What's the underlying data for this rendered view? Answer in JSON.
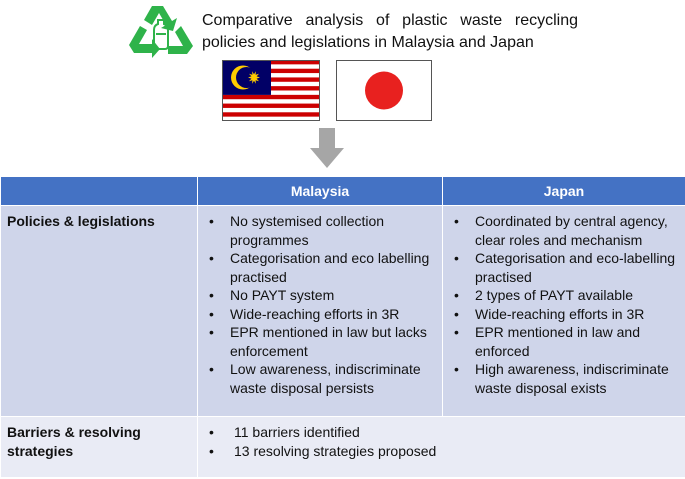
{
  "title": "Comparative analysis of plastic waste recycling policies and legislations in Malaysia and Japan",
  "icons": {
    "recycle": "recycle-bottle-icon",
    "malaysia_flag": "malaysia-flag-icon",
    "japan_flag": "japan-flag-icon",
    "arrow": "arrow-down-icon"
  },
  "colors": {
    "recycle_green": "#2fb34a",
    "header_blue": "#4472c4",
    "row1_bg": "#cfd5ea",
    "row2_bg": "#e9ebf5",
    "arrow_gray": "#a6a6a6",
    "japan_red": "#e8211f"
  },
  "table": {
    "headers": [
      "",
      "Malaysia",
      "Japan"
    ],
    "rows": [
      {
        "label": "Policies & legislations",
        "malaysia": [
          "No systemised collection programmes",
          "Categorisation and eco labelling practised",
          "No PAYT system",
          "Wide-reaching efforts in 3R",
          "EPR mentioned in law but lacks enforcement",
          "Low awareness, indiscriminate waste disposal persists"
        ],
        "japan": [
          "Coordinated by central agency, clear roles and mechanism",
          "Categorisation and eco-labelling practised",
          "2 types of PAYT available",
          "Wide-reaching efforts in 3R",
          "EPR mentioned in law and enforced",
          "High awareness, indiscriminate waste disposal exists"
        ]
      },
      {
        "label": "Barriers & resolving strategies",
        "combined": [
          "11 barriers identified",
          "13 resolving strategies proposed"
        ]
      }
    ]
  }
}
